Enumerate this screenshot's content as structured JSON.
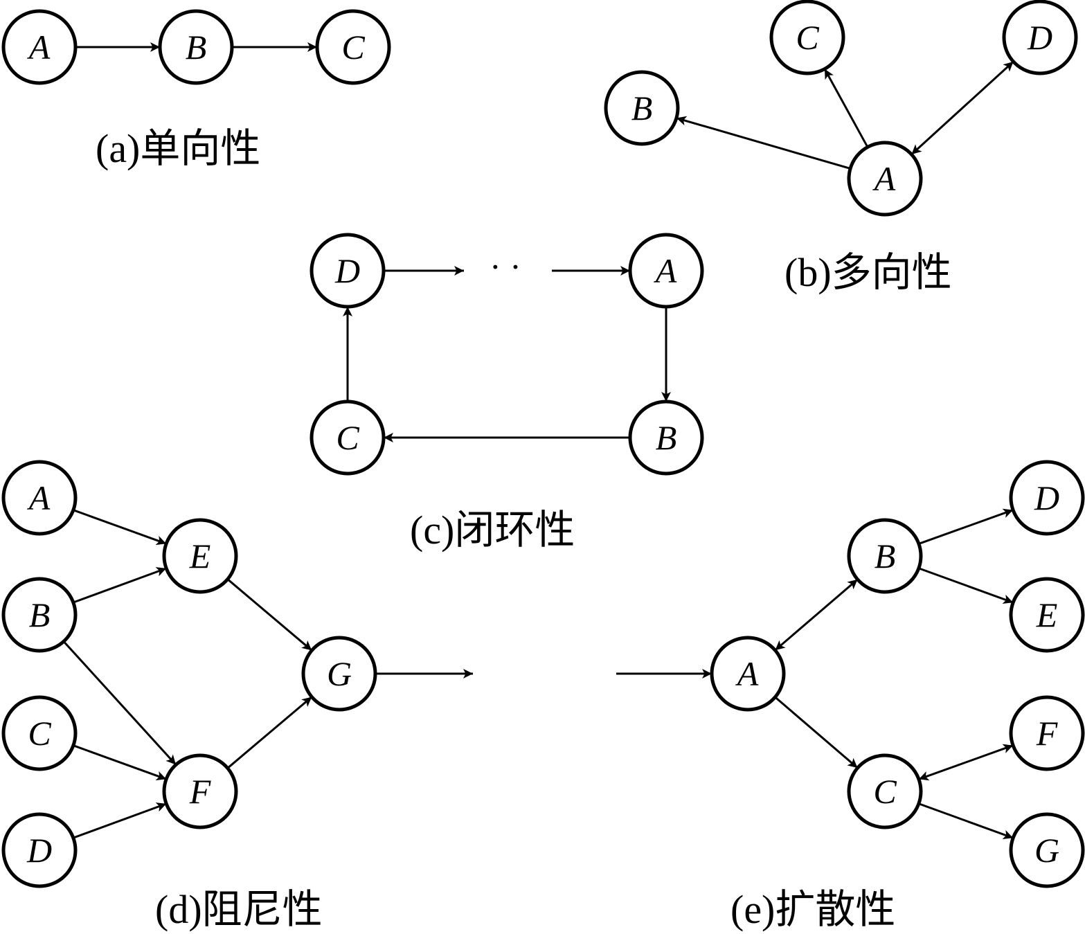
{
  "captions": {
    "a": "(a)单向性",
    "b": "(b)多向性",
    "c": "(c)闭环性",
    "d": "(d)阻尼性",
    "e": "(e)扩散性"
  },
  "ellipsis": "· ·",
  "panels": {
    "a": {
      "nodes": [
        "A",
        "B",
        "C"
      ],
      "edges": [
        {
          "from": "A",
          "to": "B",
          "type": "directed"
        },
        {
          "from": "B",
          "to": "C",
          "type": "directed"
        }
      ]
    },
    "b": {
      "nodes": [
        "A",
        "B",
        "C",
        "D"
      ],
      "edges": [
        {
          "from": "A",
          "to": "B",
          "type": "directed"
        },
        {
          "from": "A",
          "to": "C",
          "type": "directed"
        },
        {
          "from": "A",
          "to": "D",
          "type": "bidirectional"
        }
      ]
    },
    "c": {
      "nodes": [
        "D",
        "A",
        "B",
        "C"
      ],
      "edges": [
        {
          "from": "D",
          "to": "…",
          "type": "directed"
        },
        {
          "from": "…",
          "to": "A",
          "type": "directed"
        },
        {
          "from": "A",
          "to": "B",
          "type": "directed"
        },
        {
          "from": "B",
          "to": "C",
          "type": "directed"
        },
        {
          "from": "C",
          "to": "D",
          "type": "directed"
        }
      ]
    },
    "d": {
      "nodes": [
        "A",
        "B",
        "C",
        "D",
        "E",
        "F",
        "G"
      ],
      "edges": [
        {
          "from": "A",
          "to": "E",
          "type": "directed"
        },
        {
          "from": "B",
          "to": "E",
          "type": "directed"
        },
        {
          "from": "B",
          "to": "F",
          "type": "directed"
        },
        {
          "from": "C",
          "to": "F",
          "type": "directed"
        },
        {
          "from": "D",
          "to": "F",
          "type": "directed"
        },
        {
          "from": "E",
          "to": "G",
          "type": "directed"
        },
        {
          "from": "F",
          "to": "G",
          "type": "directed"
        },
        {
          "from": "G",
          "to": "e.A",
          "type": "directed"
        }
      ]
    },
    "e": {
      "nodes": [
        "A",
        "B",
        "C",
        "D",
        "E",
        "F",
        "G"
      ],
      "edges": [
        {
          "from": "A",
          "to": "B",
          "type": "bidirectional"
        },
        {
          "from": "A",
          "to": "C",
          "type": "directed"
        },
        {
          "from": "B",
          "to": "D",
          "type": "directed"
        },
        {
          "from": "B",
          "to": "E",
          "type": "directed"
        },
        {
          "from": "C",
          "to": "F",
          "type": "bidirectional"
        },
        {
          "from": "C",
          "to": "G",
          "type": "directed"
        }
      ]
    }
  }
}
